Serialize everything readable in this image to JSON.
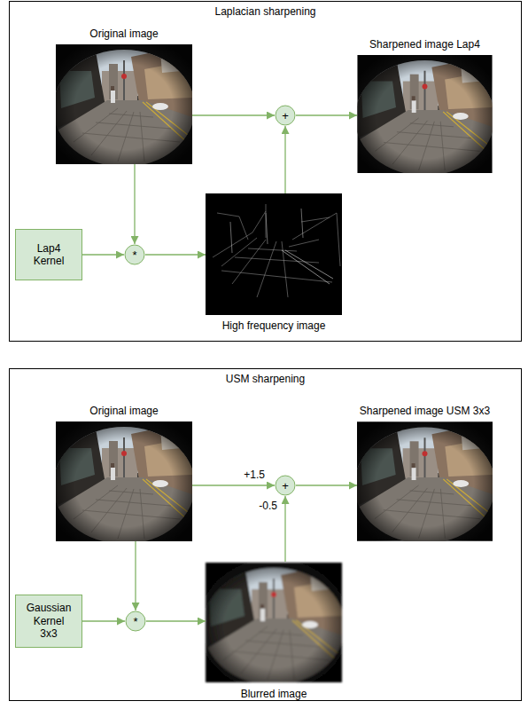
{
  "diagram": {
    "nodes": [
      {
        "text": [
          "Laplacian sharpening"
        ]
      },
      {
        "text": [
          "Original image"
        ],
        "in": 0
      },
      {
        "text": [
          "Sharpened image Lap4"
        ],
        "in": 0
      },
      {
        "text": [
          "+"
        ],
        "in": 0
      },
      {
        "text": [
          "*"
        ],
        "in": 0
      },
      {
        "text": [
          "Lap4 Kernel"
        ],
        "in": 0
      },
      {
        "text": [
          "High frequency image"
        ],
        "in": 0
      },
      {
        "text": [
          "USM sharpening"
        ]
      },
      {
        "text": [
          "Original image"
        ],
        "in": 7
      },
      {
        "text": [
          "Sharpened image USM 3x3"
        ],
        "in": 7
      },
      {
        "text": [
          "+"
        ],
        "in": 7
      },
      {
        "text": [
          "Blurred image"
        ],
        "in": 7
      },
      {
        "text": [
          "*"
        ],
        "in": 7
      },
      {
        "text": [
          "Gaussian Kernel 3x3"
        ],
        "in": 7
      }
    ],
    "edges": [
      {
        "from": 1,
        "to": 3,
        "arrow": "to"
      },
      {
        "from": 3,
        "to": 2,
        "arrow": "to"
      },
      {
        "from": 1,
        "to": 4,
        "arrow": "to"
      },
      {
        "from": 5,
        "to": 4,
        "arrow": "to"
      },
      {
        "from": 4,
        "to": 6,
        "arrow": "to"
      },
      {
        "from": 6,
        "to": 3,
        "arrow": "to"
      },
      {
        "from": 8,
        "to": 10,
        "label": "+1.5",
        "arrow": "to"
      },
      {
        "from": 10,
        "to": 9,
        "arrow": "to"
      },
      {
        "from": 8,
        "to": 12,
        "arrow": "to"
      },
      {
        "from": 13,
        "to": 12,
        "arrow": "to"
      },
      {
        "from": 12,
        "to": 11,
        "arrow": "to"
      },
      {
        "from": 11,
        "to": 10,
        "label": "-0.5",
        "arrow": "to"
      }
    ]
  }
}
